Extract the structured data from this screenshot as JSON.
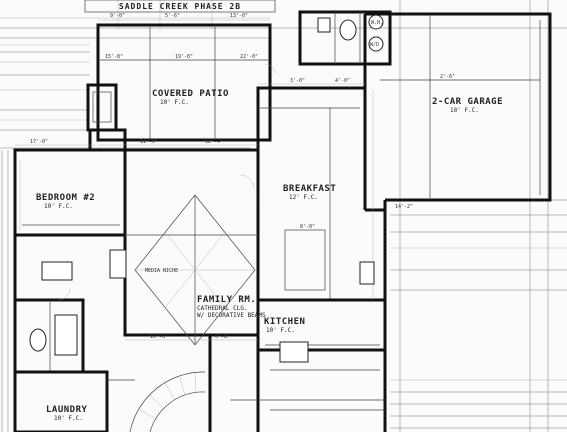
{
  "plan": {
    "header_text": "SADDLE CREEK PHASE 2B",
    "rooms": {
      "covered_patio": {
        "name": "COVERED PATIO",
        "ceiling": "10' F.C."
      },
      "garage": {
        "name": "2-CAR GARAGE",
        "ceiling": "10' F.C."
      },
      "breakfast": {
        "name": "BREAKFAST",
        "ceiling": "12' F.C."
      },
      "bedroom2": {
        "name": "BEDROOM #2",
        "ceiling": "10' F.C."
      },
      "family_rm": {
        "name": "FAMILY RM.",
        "ceiling": "CATHEDRAL CLG.",
        "note": "W/ DECORATIVE BEAMS"
      },
      "kitchen": {
        "name": "KITCHEN",
        "ceiling": "10' F.C."
      },
      "laundry": {
        "name": "LAUNDRY",
        "ceiling": "10' F.C."
      }
    },
    "annotations": {
      "media_niche": "MEDIA NICHE",
      "wh": "W.H.",
      "wd": "W/D"
    },
    "dimensions": [
      "9'-0\"",
      "5'-6\"",
      "13'-0\"",
      "15'-8\"",
      "19'-8\"",
      "22'-0\"",
      "17'-0\"",
      "11'-6\"",
      "12'-4\"",
      "3'-0\"",
      "4'-0\"",
      "2'-6\"",
      "10'-0\"",
      "6'-8\"",
      "8'-0\"",
      "14'-2\""
    ]
  }
}
